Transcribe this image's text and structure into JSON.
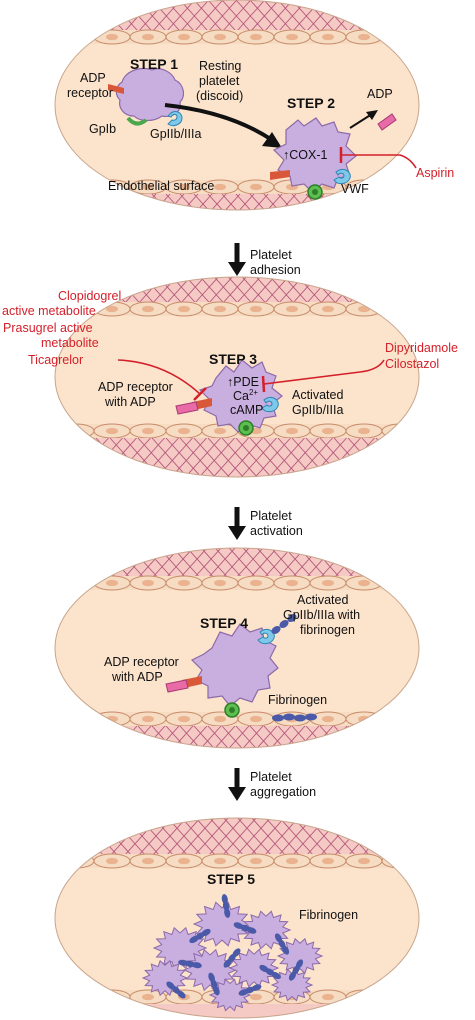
{
  "colors": {
    "vessel_fill": "#fbe3cc",
    "vessel_wall": "#f5c9c4",
    "wall_lines": "#b3567a",
    "cell_fill": "#f6dcc2",
    "cell_stroke": "#c88b6a",
    "platelet": "#c9aee0",
    "platelet_stroke": "#8c6aa8",
    "inhibitor_red": "#d4202a",
    "gpllb": "#7ec8ea",
    "gplb": "#4aa84a",
    "adp": "#e86aa6",
    "receptor": "#d9583a",
    "fibrinogen": "#4a5aa8"
  },
  "steps": {
    "step1": {
      "title": "STEP 1",
      "adp_receptor": [
        "ADP",
        "receptor"
      ],
      "resting": [
        "Resting",
        "platelet",
        "(discoid)"
      ],
      "gplb": "GpIb",
      "gpllb": "GpIIb/IIIa",
      "endothelial": "Endothelial surface"
    },
    "step2": {
      "title": "STEP 2",
      "adp": "ADP",
      "cox": "↑COX-1",
      "vwf": "VWF",
      "aspirin": "Aspirin"
    },
    "step3": {
      "title": "STEP 3",
      "pde": "↑PDE",
      "ca": "Ca",
      "ca_sup": "2+",
      "camp": "cAMP",
      "receptor": [
        "ADP receptor",
        "with ADP"
      ],
      "activated": [
        "Activated",
        "GpIIb/IIIa"
      ],
      "left_drugs": [
        "Clopidogrel",
        "active metabolite",
        "Prasugrel active",
        "metabolite",
        "Ticagrelor"
      ],
      "right_drugs": [
        "Dipyridamole",
        "Cilostazol"
      ]
    },
    "step4": {
      "title": "STEP 4",
      "activated": [
        "Activated",
        "GpIIb/IIIa with",
        "fibrinogen"
      ],
      "receptor": [
        "ADP receptor",
        "with ADP"
      ],
      "fibrinogen": "Fibrinogen"
    },
    "step5": {
      "title": "STEP 5",
      "fibrinogen": "Fibrinogen"
    }
  },
  "transitions": [
    [
      "Platelet",
      "adhesion"
    ],
    [
      "Platelet",
      "activation"
    ],
    [
      "Platelet",
      "aggregation"
    ]
  ]
}
